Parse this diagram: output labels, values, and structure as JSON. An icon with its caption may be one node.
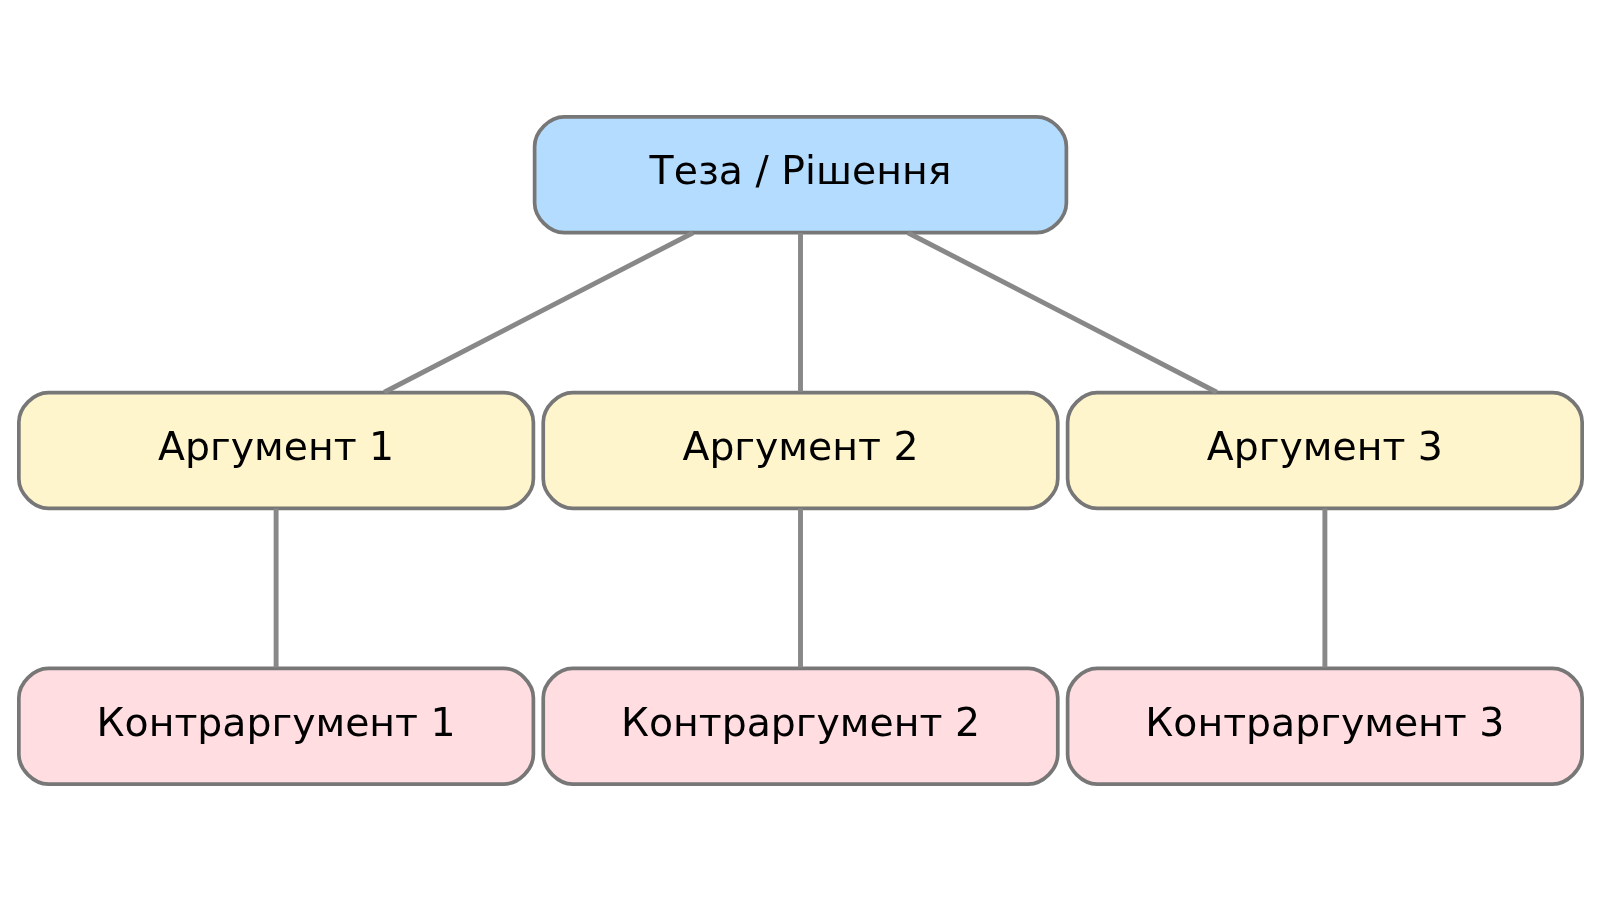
{
  "diagram": {
    "nodes": [
      {
        "text": [
          "Теза / Рішення"
        ]
      },
      {
        "text": [
          "Аргумент 1"
        ]
      },
      {
        "text": [
          "Аргумент 2"
        ]
      },
      {
        "text": [
          "Аргумент 3"
        ]
      },
      {
        "text": [
          "Контраргумент 1"
        ]
      },
      {
        "text": [
          "Контраргумент 2"
        ]
      },
      {
        "text": [
          "Контраргумент 3"
        ]
      }
    ],
    "edges": [
      {
        "from": 0,
        "to": 1,
        "arrow": "none"
      },
      {
        "from": 0,
        "to": 2,
        "arrow": "none"
      },
      {
        "from": 0,
        "to": 3,
        "arrow": "none"
      },
      {
        "from": 1,
        "to": 4,
        "arrow": "none"
      },
      {
        "from": 2,
        "to": 5,
        "arrow": "none"
      },
      {
        "from": 3,
        "to": 6,
        "arrow": "none"
      }
    ]
  }
}
